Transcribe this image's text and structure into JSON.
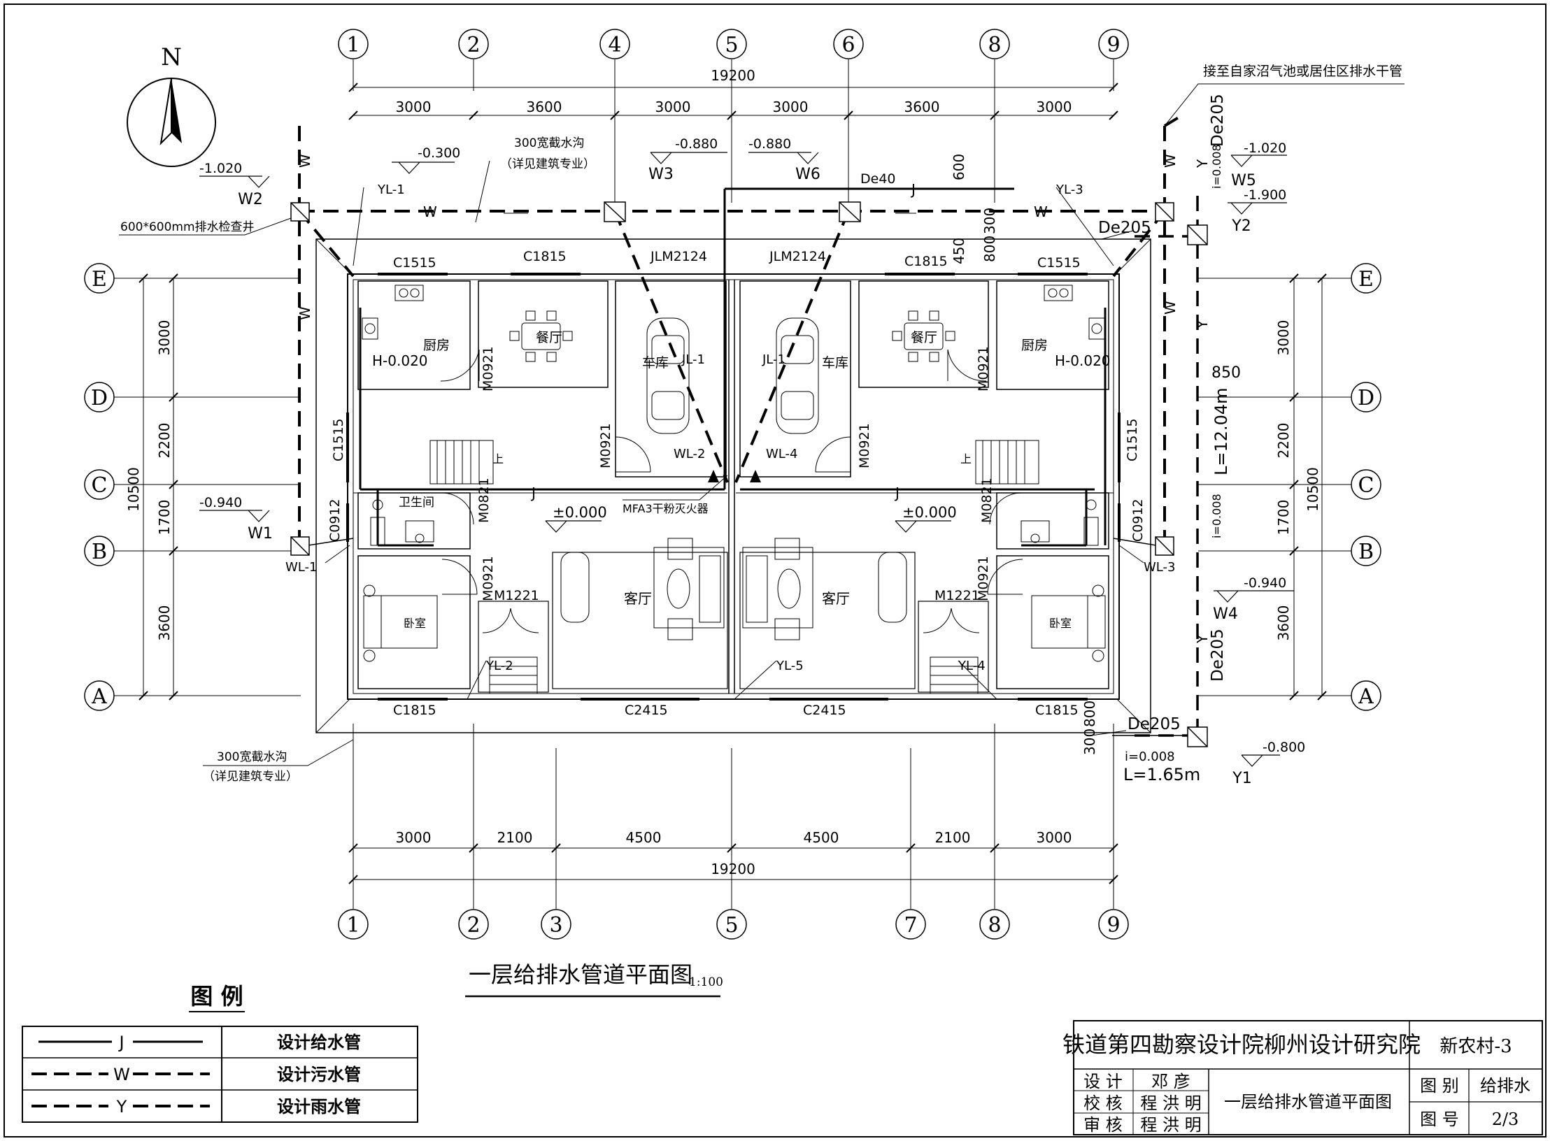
{
  "north_label": "N",
  "axes_top": [
    "1",
    "2",
    "4",
    "5",
    "6",
    "8",
    "9"
  ],
  "axes_bottom": [
    "1",
    "2",
    "3",
    "5",
    "7",
    "8",
    "9"
  ],
  "axes_side": [
    "E",
    "D",
    "C",
    "B",
    "A"
  ],
  "dims": {
    "top_total": "19200",
    "top": [
      "3000",
      "3600",
      "3000",
      "3000",
      "3600",
      "3000"
    ],
    "bottom_total": "19200",
    "bottom": [
      "3000",
      "2100",
      "4500",
      "4500",
      "2100",
      "3000"
    ],
    "side_total": "10500",
    "side": [
      "3000",
      "2200",
      "1700",
      "3600"
    ]
  },
  "labels": {
    "top_right_note": "接至自家沼气池或居住区排水干管",
    "ditch_top_1": "300宽截水沟",
    "ditch_top_2": "（详见建筑专业）",
    "ditch_bot_1": "300宽截水沟",
    "ditch_bot_2": "（详见建筑专业）",
    "pit": "600*600mm排水检查井",
    "extinguisher": "MFA3干粉灭火器",
    "de40": "De40",
    "de205": "De205",
    "dim600": "600",
    "dim450": "450",
    "dim800": "800",
    "dim300": "300",
    "dim850": "850",
    "slope": "i=0.008",
    "len_right": "L=12.04m",
    "len_bottom": "L=1.65m",
    "pipe_w": "W",
    "pipe_j": "J",
    "pipe_y": "Y"
  },
  "levels": {
    "w2": "-1.020",
    "w3": "-0.880",
    "w6": "-0.880",
    "top": "-0.300",
    "w5": "-1.020",
    "y2": "-1.900",
    "w1": "-0.940",
    "w4": "-0.940",
    "y1": "-0.800",
    "floor": "±0.000",
    "h_left": "H-0.020",
    "h_right": "H-0.020"
  },
  "wells": {
    "w1": "W1",
    "w2": "W2",
    "w3": "W3",
    "w4": "W4",
    "w5": "W5",
    "w6": "W6",
    "y1": "Y1",
    "y2": "Y2"
  },
  "risers": {
    "yl1": "YL-1",
    "yl2": "YL-2",
    "yl3": "YL-3",
    "yl4": "YL-4",
    "yl5": "YL-5",
    "wl1": "WL-1",
    "wl2": "WL-2",
    "wl3": "WL-3",
    "wl4": "WL-4",
    "jl1": "JL-1",
    "jl2": "JL-1"
  },
  "rooms": {
    "kitchen": "厨房",
    "dining": "餐厅",
    "garage": "车库",
    "bath": "卫生间",
    "living": "客厅",
    "bedroom": "卧室",
    "up": "上"
  },
  "openings": {
    "c1515": "C1515",
    "c1815": "C1815",
    "jlm2124": "JLM2124",
    "m0921": "M0921",
    "m0821": "M0821",
    "c0912": "C0912",
    "m1221": "M1221",
    "c2415": "C2415"
  },
  "drawing_title": "一层给排水管道平面图",
  "drawing_scale": "1:100",
  "legend": {
    "title": "图 例",
    "rows": [
      {
        "code": "J",
        "label": "设计给水管"
      },
      {
        "code": "W",
        "label": "设计污水管"
      },
      {
        "code": "Y",
        "label": "设计雨水管"
      }
    ]
  },
  "title_block": {
    "institute": "铁道第四勘察设计院柳州设计研究院",
    "project": "新农村-3",
    "roles": [
      "设 计",
      "校 核",
      "审 核"
    ],
    "names": [
      "邓 彦",
      "程 洪 明",
      "程 洪 明"
    ],
    "sheet_name": "一层给排水管道平面图",
    "cat_label": "图 别",
    "cat_value": "给排水",
    "no_label": "图 号",
    "no_value": "2/3"
  }
}
